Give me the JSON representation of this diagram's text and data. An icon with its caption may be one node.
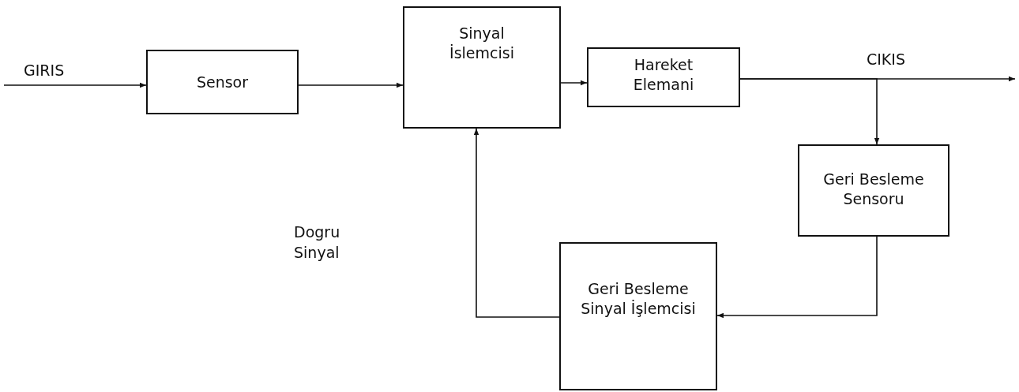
{
  "diagram": {
    "nodes": [
      {
        "text": [
          "Sensor"
        ]
      },
      {
        "text": [
          "Sinyal İslemcisi"
        ]
      },
      {
        "text": [
          "Hareket Elemani"
        ]
      },
      {
        "text": [
          "Geri Besleme Sensoru"
        ]
      },
      {
        "text": [
          "Geri Besleme Sinyal İşlemcisi"
        ]
      }
    ],
    "edges": [
      {
        "from": null,
        "to": 0,
        "arrow": "to",
        "label": "GIRIS"
      },
      {
        "from": 0,
        "to": 1,
        "arrow": "to"
      },
      {
        "from": 1,
        "to": 2,
        "arrow": "to"
      },
      {
        "from": 2,
        "to": null,
        "arrow": "to",
        "label": "CIKIS"
      },
      {
        "from": 2,
        "to": 3,
        "arrow": "to"
      },
      {
        "from": 3,
        "to": 4,
        "arrow": "to"
      },
      {
        "from": 4,
        "to": 1,
        "arrow": "to"
      }
    ],
    "labels": [
      "Dogru Sinyal"
    ]
  }
}
